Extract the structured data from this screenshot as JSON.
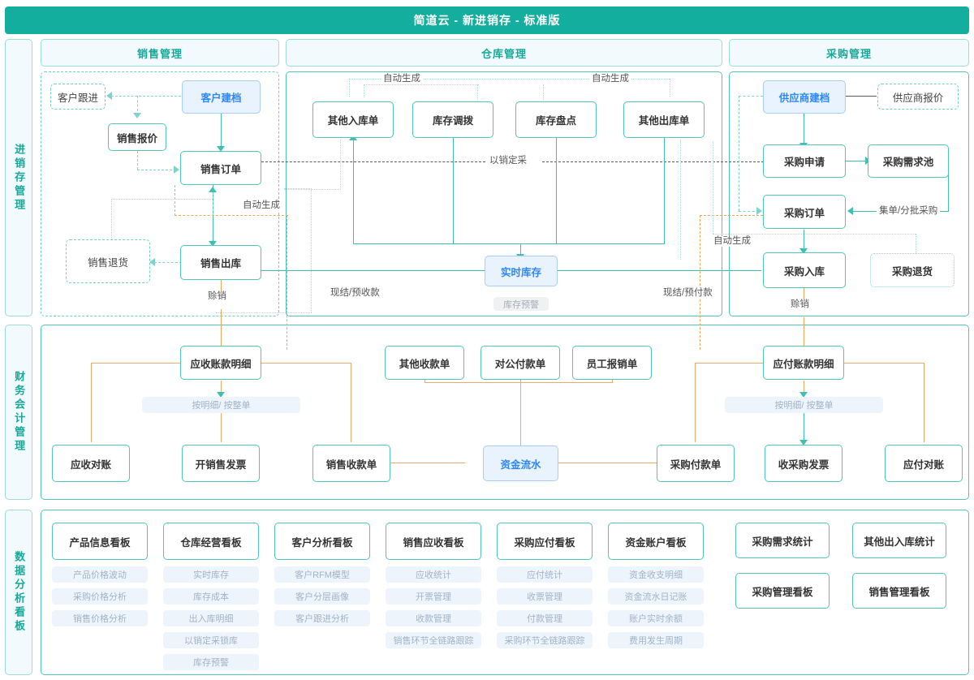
{
  "header": {
    "title": "简道云 - 新进销存 - 标准版"
  },
  "bands": [
    {
      "id": "jinxiaocun",
      "label": "进销存管理"
    },
    {
      "id": "caiwu",
      "label": "财务会计管理"
    },
    {
      "id": "shuju",
      "label": "数据分析看板"
    }
  ],
  "columns": [
    {
      "id": "sales",
      "title": "销售管理"
    },
    {
      "id": "warehouse",
      "title": "仓库管理"
    },
    {
      "id": "purchase",
      "title": "采购管理"
    }
  ],
  "sales_nodes": {
    "customer_followup": "客户跟进",
    "customer_profile": "客户建档",
    "sales_quote": "销售报价",
    "sales_order": "销售订单",
    "sales_return": "销售退货",
    "sales_outbound": "销售出库"
  },
  "warehouse_nodes": {
    "other_inbound": "其他入库单",
    "stock_transfer": "库存调拨",
    "stock_count": "库存盘点",
    "other_outbound": "其他出库单",
    "realtime_stock": "实时库存",
    "stock_alert_tag": "库存预警"
  },
  "purchase_nodes": {
    "supplier_profile": "供应商建档",
    "supplier_quote": "供应商报价",
    "purchase_request": "采购申请",
    "purchase_demand_pool": "采购需求池",
    "purchase_order": "采购订单",
    "purchase_inbound": "采购入库",
    "purchase_return": "采购退货"
  },
  "finance_nodes": {
    "ar_detail": "应收账款明细",
    "other_receipt": "其他收款单",
    "public_payment": "对公付款单",
    "staff_reimburse": "员工报销单",
    "ap_detail": "应付账款明细",
    "ar_reconcile": "应收对账",
    "issue_sales_invoice": "开销售发票",
    "sales_receipt": "销售收款单",
    "fund_flow": "资金流水",
    "purchase_payment": "采购付款单",
    "receive_purchase_invoice": "收采购发票",
    "ap_reconcile": "应付对账",
    "ar_tag": "按明细/ 按整单",
    "ap_tag": "按明细/ 按整单"
  },
  "edge_labels": {
    "auto_gen_1": "自动生成",
    "auto_gen_2": "自动生成",
    "auto_gen_3": "自动生成",
    "auto_gen_4": "自动生成",
    "sales_driven_purchase": "以销定采",
    "cash_prepaid_receipt": "现结/预收款",
    "cash_prepaid_payment": "现结/预付款",
    "credit_sales_left": "赊销",
    "credit_sales_right": "赊销",
    "batch_purchase": "集单/分批采购"
  },
  "dashboard_columns": [
    {
      "title": "产品信息看板",
      "items": [
        "产品价格波动",
        "采购价格分析",
        "销售价格分析"
      ]
    },
    {
      "title": "仓库经营看板",
      "items": [
        "实时库存",
        "库存成本",
        "出入库明细",
        "以销定采锁库",
        "库存预警"
      ]
    },
    {
      "title": "客户分析看板",
      "items": [
        "客户RFM模型",
        "客户分层画像",
        "客户跟进分析"
      ]
    },
    {
      "title": "销售应收看板",
      "items": [
        "应收统计",
        "开票管理",
        "收款管理",
        "销售环节全链路跟踪"
      ]
    },
    {
      "title": "采购应付看板",
      "items": [
        "应付统计",
        "收票管理",
        "付款管理",
        "采购环节全链路跟踪"
      ]
    },
    {
      "title": "资金账户看板",
      "items": [
        "资金收支明细",
        "资金流水日记账",
        "账户实时余额",
        "费用发生周期"
      ]
    }
  ],
  "dashboard_extra": [
    {
      "title": "采购需求统计"
    },
    {
      "title": "其他出入库统计"
    },
    {
      "title": "采购管理看板"
    },
    {
      "title": "销售管理看板"
    }
  ],
  "colors": {
    "brand_teal": "#13ae9e",
    "line_teal": "#3fbfb2",
    "line_orange": "#f0a868",
    "highlight_bg": "#e8f3fe",
    "highlight_text": "#2f87f5",
    "panel_header_bg": "#f2fafd",
    "tag_bg": "#eef4fb"
  }
}
